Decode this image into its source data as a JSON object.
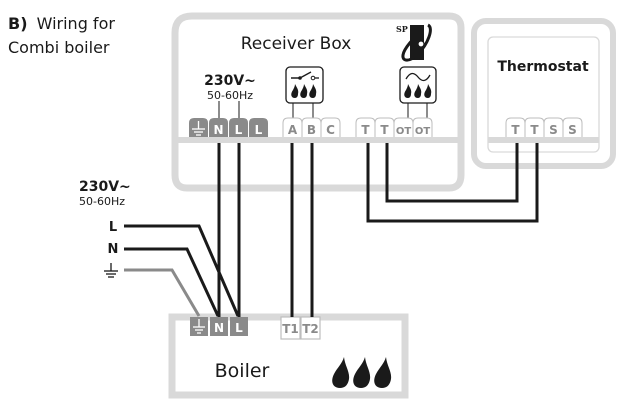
{
  "title": {
    "prefix": "B)",
    "line1": "Wiring for",
    "line2": "Combi boiler"
  },
  "receiver_box": {
    "label": "Receiver Box",
    "logo_text": "SP",
    "power": {
      "voltage": "230V~",
      "frequency": "50-60Hz"
    },
    "power_terminals": [
      "⏚",
      "N",
      "L",
      "L"
    ],
    "relay_terminals": [
      "A",
      "B",
      "C"
    ],
    "thermostat_terminals": [
      "T",
      "T",
      "OT",
      "OT"
    ],
    "relay_icon": "switch-flame-icon",
    "opentherm_icon": "wave-flame-icon"
  },
  "thermostat": {
    "label": "Thermostat",
    "terminals": [
      "T",
      "T",
      "S",
      "S"
    ]
  },
  "mains_supply": {
    "voltage": "230V~",
    "frequency": "50-60Hz",
    "lines": [
      "L",
      "N",
      "⏚"
    ]
  },
  "boiler": {
    "label": "Boiler",
    "power_terminals": [
      "⏚",
      "N",
      "L"
    ],
    "control_terminals": [
      "T1",
      "T2"
    ],
    "icon": "flames-icon"
  },
  "colors": {
    "wire": "#1a1a1a",
    "earth_wire": "#8a8a8a",
    "box_outline": "#d9d9d9",
    "terminal_dark": "#8a8a8a",
    "terminal_light_border": "#bdbdbd"
  }
}
